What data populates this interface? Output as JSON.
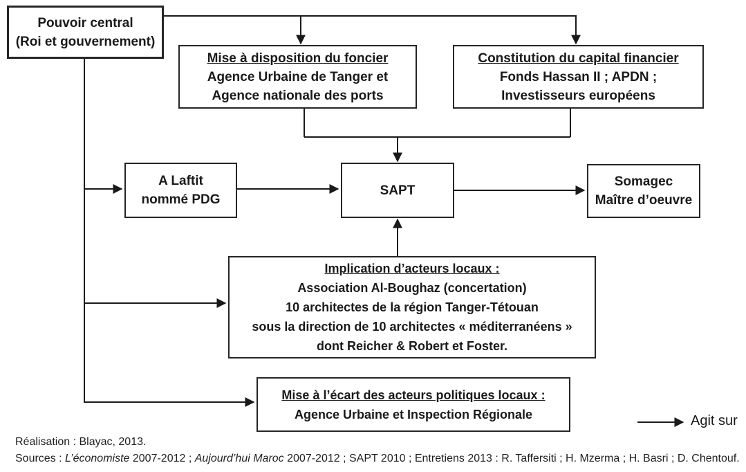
{
  "diagram": {
    "boxes": {
      "pouvoir": {
        "lines": [
          "Pouvoir central",
          "(Roi et gouvernement)"
        ]
      },
      "foncier": {
        "title": "Mise à disposition du foncier",
        "lines": [
          "Agence Urbaine de Tanger et",
          "Agence nationale des ports"
        ]
      },
      "capital": {
        "title": "Constitution du capital financier",
        "lines": [
          "Fonds Hassan II ; APDN ;",
          "Investisseurs européens"
        ]
      },
      "laftit": {
        "lines": [
          "A Laftit",
          "nommé PDG"
        ]
      },
      "sapt": {
        "lines": [
          "SAPT"
        ]
      },
      "somagec": {
        "lines": [
          "Somagec",
          "Maître d’oeuvre"
        ]
      },
      "implication": {
        "title": "Implication d’acteurs locaux :",
        "lines": [
          "Association Al-Boughaz (concertation)",
          "10 architectes de la région Tanger-Tétouan",
          "sous la direction de 10 architectes « méditerranéens »",
          "dont Reicher & Robert et Foster."
        ]
      },
      "ecart": {
        "title": "Mise à l’écart des acteurs politiques locaux :",
        "lines": [
          "Agence Urbaine et Inspection Régionale"
        ]
      }
    },
    "legend": {
      "label": "Agit sur"
    },
    "captions": {
      "realisation": "Réalisation : Blayac, 2013.",
      "sources_prefix": "Sources : ",
      "source_italic_1": "L’économiste",
      "sources_mid_1": " 2007-2012 ; ",
      "source_italic_2": "Aujourd’hui Maroc",
      "sources_rest": " 2007-2012 ; SAPT 2010 ; Entretiens 2013 : R. Taffersiti ; H. Mzerma ; H. Basri ; D. Chentouf."
    },
    "colors": {
      "line": "#1a1a1a",
      "background": "#ffffff"
    }
  }
}
